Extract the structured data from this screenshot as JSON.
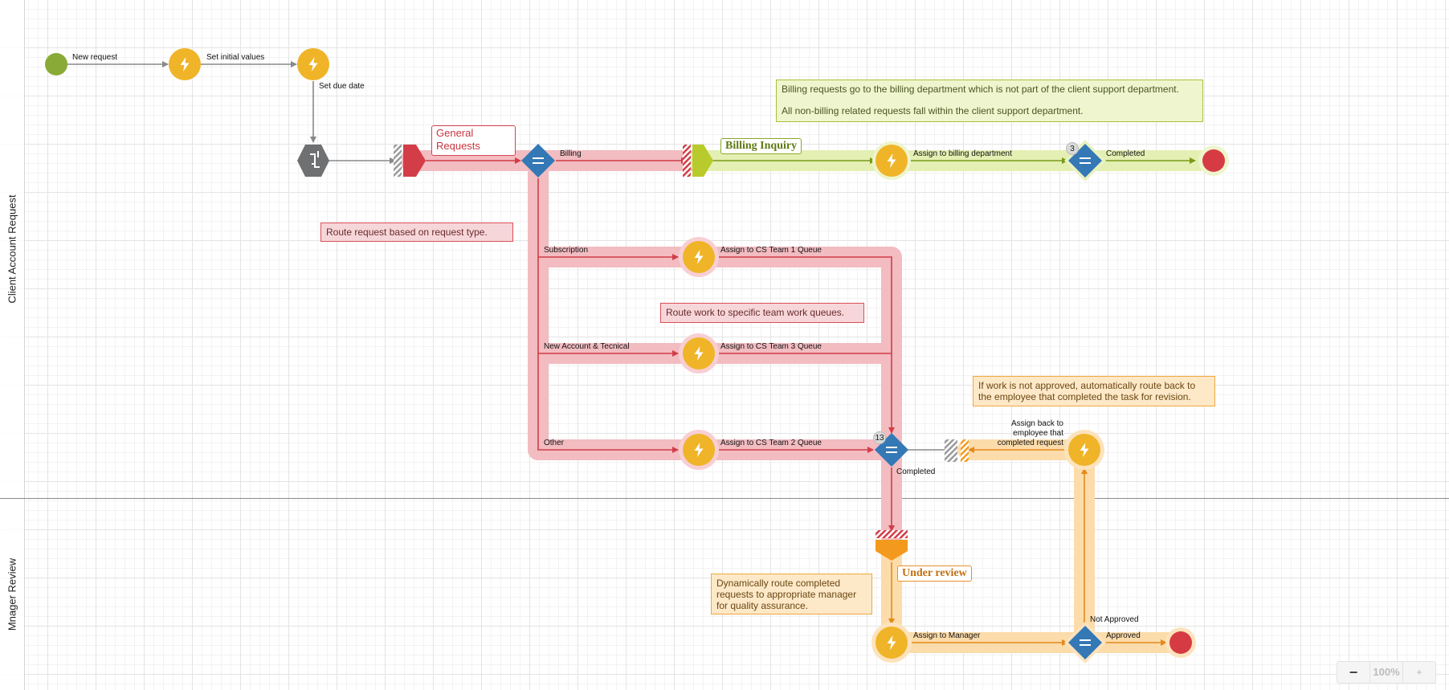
{
  "lanes": [
    {
      "title": "Client Account Request"
    },
    {
      "title": "Mnager Review"
    }
  ],
  "labels": {
    "new_request": "New request",
    "set_initial_values": "Set initial values",
    "set_due_date": "Set due date",
    "billing": "Billing",
    "subscription": "Subscription",
    "new_account": "New Account & Tecnical",
    "other": "Other",
    "assign_billing": "Assign to billing department",
    "completed_billing": "Completed",
    "assign_cs1": "Assign to CS Team 1 Queue",
    "assign_cs3": "Assign to CS Team 3 Queue",
    "assign_cs2": "Assign to CS Team 2 Queue",
    "completed_cs": "Completed",
    "assign_back": "Assign back to\nemployee that\ncompleted request",
    "assign_manager": "Assign to Manager",
    "not_approved": "Not Approved",
    "approved": "Approved"
  },
  "stages": {
    "general_requests": "General\nRequests",
    "billing_inquiry": "Billing Inquiry",
    "under_review": "Under review"
  },
  "notes": {
    "billing_note_1": "Billing requests go to the billing department which is not part of the client support department.",
    "billing_note_2": "All non-billing related requests fall within the client support department.",
    "route_request": "Route request based on request type.",
    "route_work": "Route work to specific team work queues.",
    "not_approved_note": "If work is not approved, automatically route back to the employee that completed the task for revision.",
    "review_note": "Dynamically route completed requests to appropriate manager for quality assurance."
  },
  "badges": {
    "billing_gateway": "3",
    "cs_gateway": "13"
  },
  "zoom": {
    "minus": "−",
    "level": "100%",
    "plus": "+"
  },
  "colors": {
    "start": "#8aaa37",
    "task": "#f0b429",
    "end": "#d63b43",
    "gateway": "#3478b6",
    "red_path": "#f2bcc1",
    "green_path": "#e4efb3",
    "orange_path": "#fcdcaa",
    "grey_node": "#6e7072"
  },
  "icons": [
    "lightning-icon",
    "equals-icon",
    "split-icon"
  ]
}
